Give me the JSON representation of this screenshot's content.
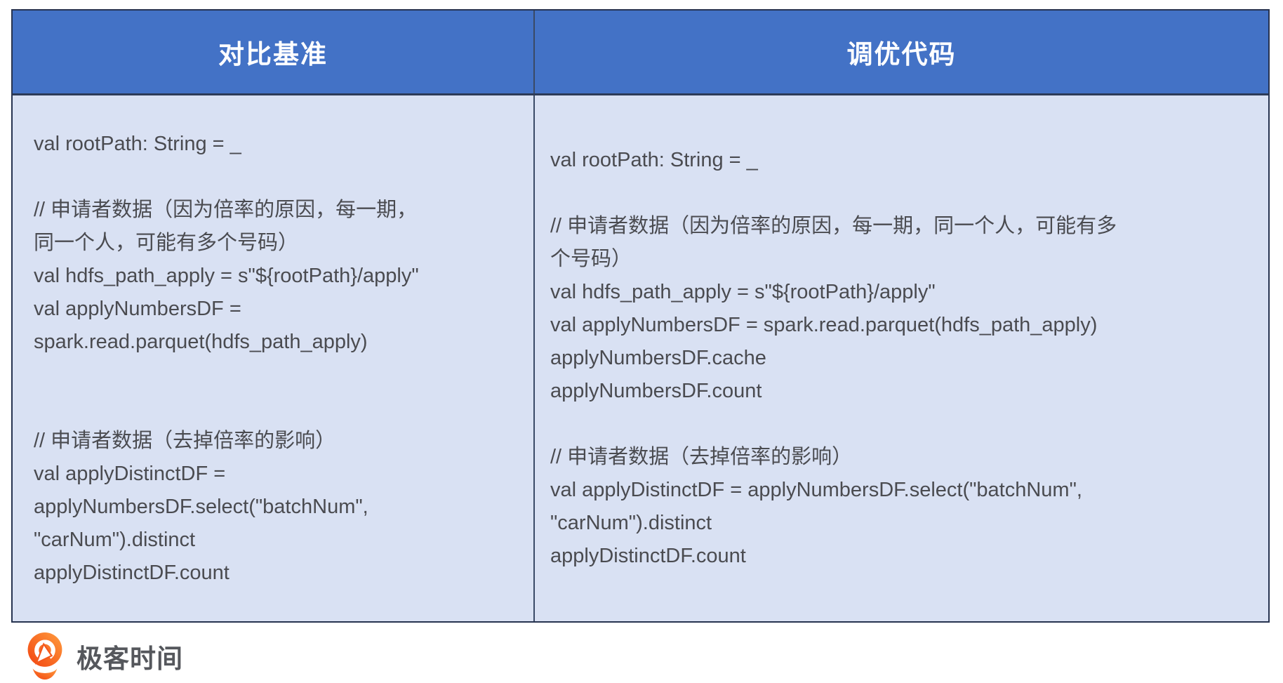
{
  "table": {
    "columns": [
      {
        "header": "对比基准",
        "code_lines": [
          "val rootPath: String = _",
          "",
          "// 申请者数据（因为倍率的原因，每一期，",
          "同一个人，可能有多个号码）",
          "val hdfs_path_apply = s\"${rootPath}/apply\"",
          "val applyNumbersDF =",
          "spark.read.parquet(hdfs_path_apply)",
          "",
          "",
          "// 申请者数据（去掉倍率的影响）",
          "val applyDistinctDF =",
          "applyNumbersDF.select(\"batchNum\",",
          "\"carNum\").distinct",
          "applyDistinctDF.count"
        ]
      },
      {
        "header": "调优代码",
        "code_lines": [
          "val rootPath: String = _",
          "",
          "// 申请者数据（因为倍率的原因，每一期，同一个人，可能有多",
          "个号码）",
          "val hdfs_path_apply = s\"${rootPath}/apply\"",
          "val applyNumbersDF = spark.read.parquet(hdfs_path_apply)",
          "applyNumbersDF.cache",
          "applyNumbersDF.count",
          "",
          "// 申请者数据（去掉倍率的影响）",
          "val applyDistinctDF = applyNumbersDF.select(\"batchNum\",",
          "\"carNum\").distinct",
          "applyDistinctDF.count"
        ]
      }
    ]
  },
  "footer": {
    "brand_name": "极客时间",
    "logo_icon": "geektime-q-pin-icon"
  },
  "colors": {
    "header_bg": "#4372c6",
    "cell_bg": "#d9e1f3",
    "outer_border": "#273350",
    "inner_border": "#3a4a66",
    "header_underline": "#2d3b58",
    "header_text": "#ffffff",
    "code_text": "#4a4b50",
    "brand_orange_dark": "#f2430f",
    "brand_orange_light": "#ff9c3e",
    "brand_text": "#55575c"
  }
}
